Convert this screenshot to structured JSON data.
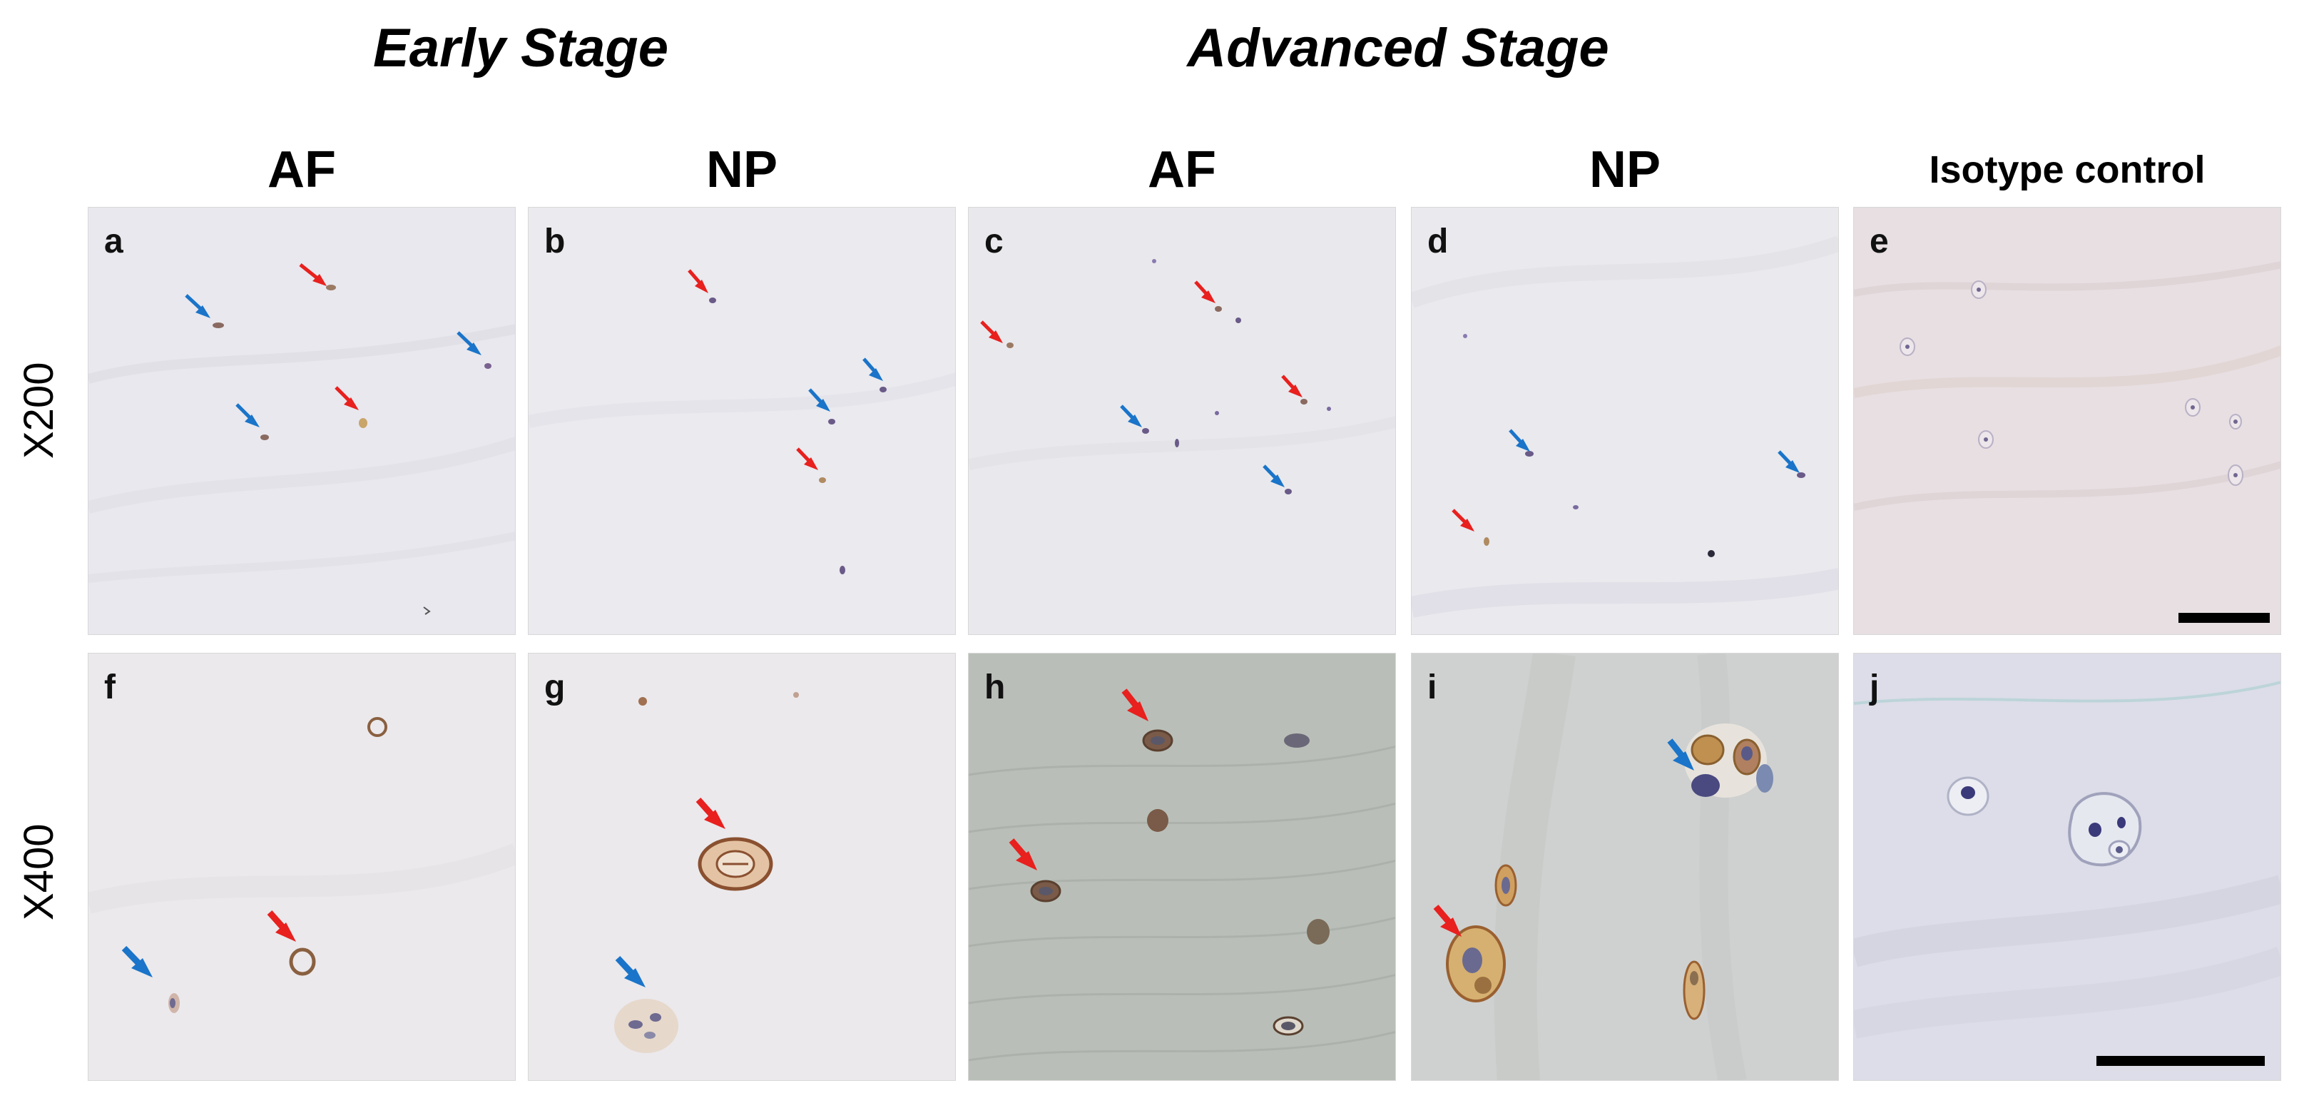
{
  "headers": {
    "early_stage": "Early Stage",
    "advanced_stage": "Advanced Stage"
  },
  "columns": [
    "AF",
    "NP",
    "AF",
    "NP",
    "Isotype control"
  ],
  "rows": [
    "X200",
    "X400"
  ],
  "panels": [
    {
      "letter": "a",
      "magnification": "X200",
      "stage": "Early Stage",
      "tissue": "AF"
    },
    {
      "letter": "b",
      "magnification": "X200",
      "stage": "Early Stage",
      "tissue": "NP"
    },
    {
      "letter": "c",
      "magnification": "X200",
      "stage": "Advanced Stage",
      "tissue": "AF"
    },
    {
      "letter": "d",
      "magnification": "X200",
      "stage": "Advanced Stage",
      "tissue": "NP"
    },
    {
      "letter": "e",
      "magnification": "X200",
      "tissue": "Isotype control"
    },
    {
      "letter": "f",
      "magnification": "X400",
      "stage": "Early Stage",
      "tissue": "AF"
    },
    {
      "letter": "g",
      "magnification": "X400",
      "stage": "Early Stage",
      "tissue": "NP"
    },
    {
      "letter": "h",
      "magnification": "X400",
      "stage": "Advanced Stage",
      "tissue": "AF"
    },
    {
      "letter": "i",
      "magnification": "X400",
      "stage": "Advanced Stage",
      "tissue": "NP"
    },
    {
      "letter": "j",
      "magnification": "X400",
      "tissue": "Isotype control"
    }
  ],
  "colors": {
    "red_arrow": "#e8201e",
    "blue_arrow": "#1a74c9",
    "scale_bar": "#000000",
    "tissue_light": "#e9e8ee",
    "tissue_isotype": "#e7dfe2",
    "tissue_h": "#b7bdb6",
    "tissue_i": "#cfd1d0"
  }
}
